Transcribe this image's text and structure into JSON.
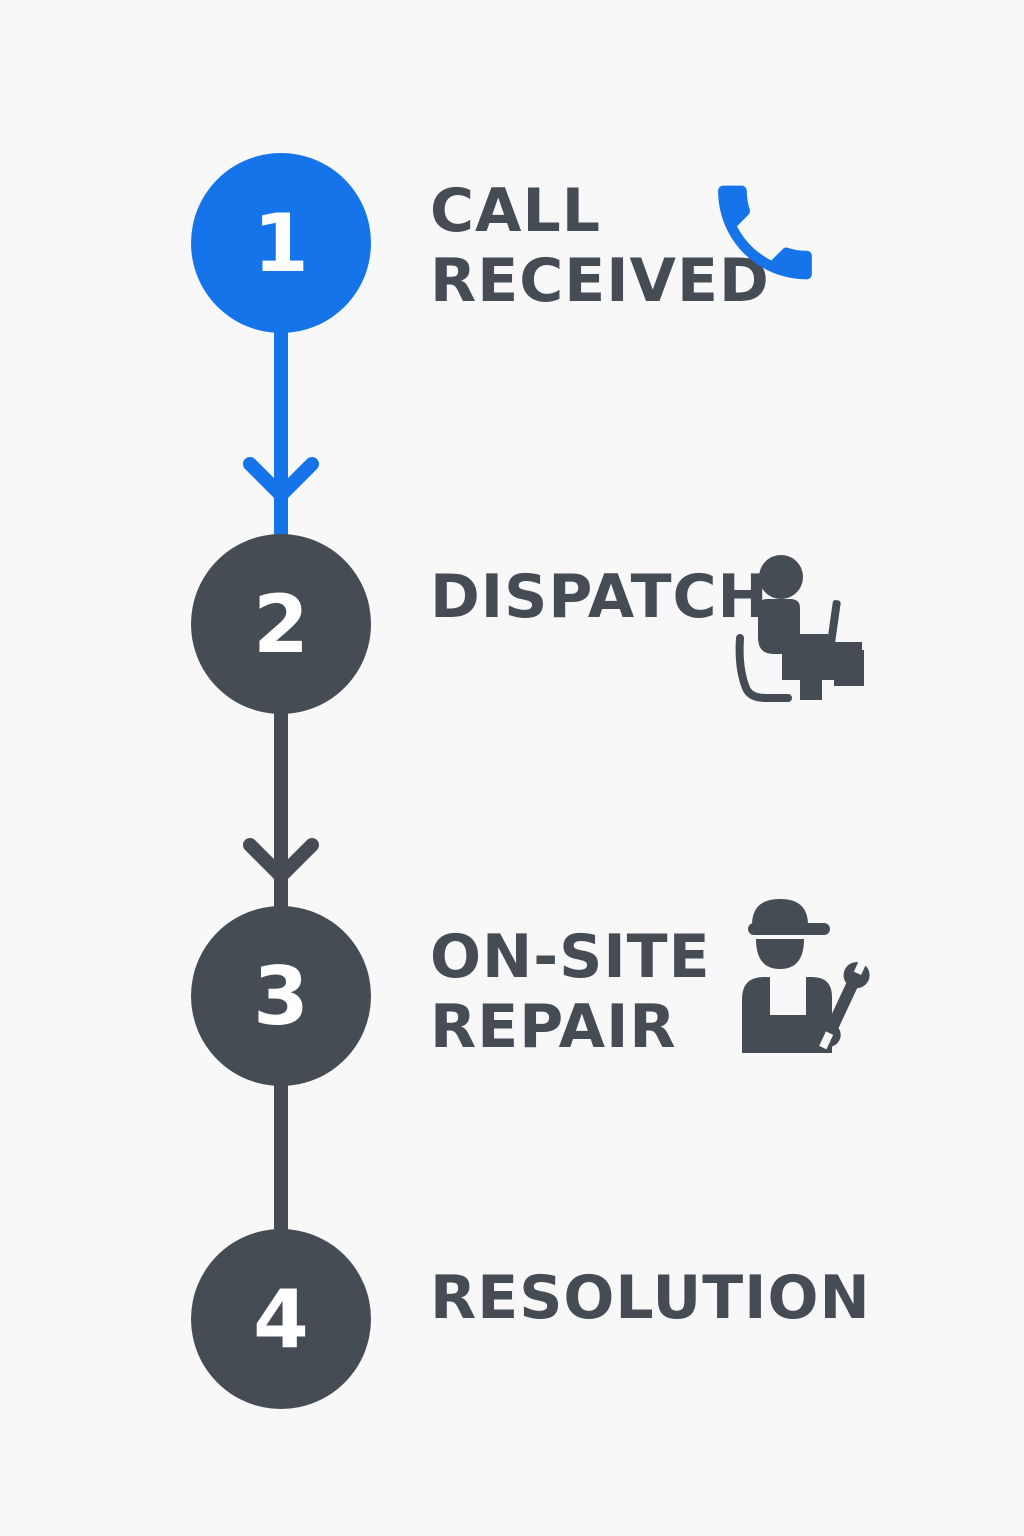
{
  "colors": {
    "active": "#1674ea",
    "inactive": "#454c54",
    "background": "#f8f8f8",
    "text": "#454c54"
  },
  "steps": [
    {
      "number": "1",
      "label_lines": [
        "CALL",
        "RECEIVED"
      ],
      "status": "active",
      "icon": "phone-icon"
    },
    {
      "number": "2",
      "label_lines": [
        "DISPATCH"
      ],
      "status": "inactive",
      "icon": "dispatcher-at-desk-icon"
    },
    {
      "number": "3",
      "label_lines": [
        "ON-SITE",
        "REPAIR"
      ],
      "status": "inactive",
      "icon": "repair-technician-icon"
    },
    {
      "number": "4",
      "label_lines": [
        "RESOLUTION"
      ],
      "status": "inactive",
      "icon": ""
    }
  ]
}
